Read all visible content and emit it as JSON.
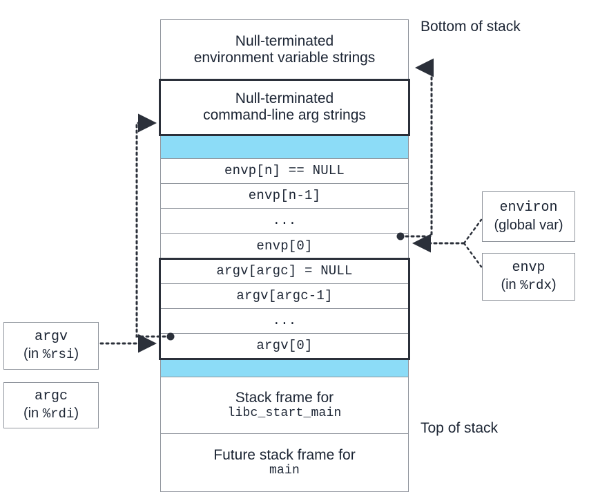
{
  "diagram": {
    "title_hidden": "Linux x86-64 process stack at program startup",
    "colors": {
      "blue_band": "#8cdcf7",
      "thin_border": "#8f949c",
      "thick_border": "#2b303a",
      "text": "#1b2433",
      "background": "#ffffff"
    },
    "captions": [
      {
        "name": "bottom-of-stack",
        "text": "Bottom of stack"
      },
      {
        "name": "top-of-stack",
        "text": "Top of stack"
      }
    ],
    "stack_cells": [
      {
        "name": "env-strings",
        "line1": "Null-terminated",
        "line2": "environment variable strings",
        "style": "sans",
        "filled": false
      },
      {
        "name": "arg-strings",
        "line1": "Null-terminated",
        "line2": "command-line arg strings",
        "style": "sans",
        "filled": false
      },
      {
        "name": "padding-band-top",
        "line1": "",
        "line2": "",
        "style": "blue",
        "filled": true
      },
      {
        "name": "envp-n",
        "line1": "envp[n] == NULL",
        "line2": "",
        "style": "mono",
        "filled": false
      },
      {
        "name": "envp-n-1",
        "line1": "envp[n-1]",
        "line2": "",
        "style": "mono",
        "filled": false
      },
      {
        "name": "envp-ellipsis",
        "line1": "...",
        "line2": "",
        "style": "mono",
        "filled": false
      },
      {
        "name": "envp-0",
        "line1": "envp[0]",
        "line2": "",
        "style": "mono",
        "filled": false
      },
      {
        "name": "argv-argc",
        "line1": "argv[argc] = NULL",
        "line2": "",
        "style": "mono",
        "filled": false
      },
      {
        "name": "argv-argc-1",
        "line1": "argv[argc-1]",
        "line2": "",
        "style": "mono",
        "filled": false
      },
      {
        "name": "argv-ellipsis",
        "line1": "...",
        "line2": "",
        "style": "mono",
        "filled": false
      },
      {
        "name": "argv-0",
        "line1": "argv[0]",
        "line2": "",
        "style": "mono",
        "filled": false
      },
      {
        "name": "padding-band-bottom",
        "line1": "",
        "line2": "",
        "style": "blue",
        "filled": true
      },
      {
        "name": "frame-libc-start-main",
        "line1": "Stack frame for",
        "line2": "libc_start_main",
        "style": "sans-mono",
        "filled": false
      },
      {
        "name": "frame-main",
        "line1": "Future stack frame for",
        "line2": "main",
        "style": "sans-mono",
        "filled": false
      }
    ],
    "side_labels": [
      {
        "name": "environ-label",
        "line1": "environ",
        "line2_prefix": "(global var)",
        "line2_mono": "",
        "line2_suffix": ""
      },
      {
        "name": "envp-label",
        "line1": "envp",
        "line2_prefix": "(in ",
        "line2_mono": "%rdx",
        "line2_suffix": ")"
      },
      {
        "name": "argv-label",
        "line1": "argv",
        "line2_prefix": "(in ",
        "line2_mono": "%rsi",
        "line2_suffix": ")"
      },
      {
        "name": "argc-label",
        "line1": "argc",
        "line2_prefix": "(in ",
        "line2_mono": "%rdi",
        "line2_suffix": ")"
      }
    ],
    "pointers": [
      {
        "name": "environ-to-env-strings",
        "from": "environ-label",
        "to": "env-strings"
      },
      {
        "name": "envp-to-envp-0",
        "from": "envp-label",
        "to": "envp-0"
      },
      {
        "name": "argv0-to-arg-strings",
        "from": "argv-0",
        "to": "arg-strings"
      },
      {
        "name": "argv-reg-to-argv-0",
        "from": "argv-label",
        "to": "argv-0"
      }
    ]
  }
}
